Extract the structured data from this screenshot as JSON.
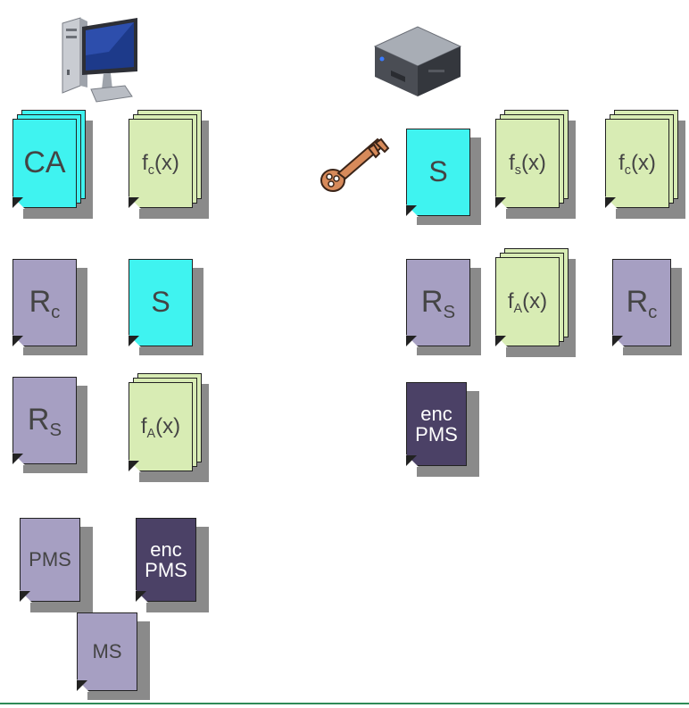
{
  "colors": {
    "cyan": "#3ff3f0",
    "green": "#d8ecb4",
    "lavender": "#a69fc2",
    "dark": "#4b4166",
    "key": "#d78a5a",
    "rule": "#2e8b57"
  },
  "icons": {
    "client": "computer-icon",
    "server": "server-icon",
    "key": "key-icon"
  },
  "client": {
    "ca": "CA",
    "fc": {
      "base": "f",
      "sub": "c",
      "tail": "(x)"
    },
    "rc": {
      "base": "R",
      "sub": "c"
    },
    "s": "S",
    "rs": {
      "base": "R",
      "sub": "S"
    },
    "fa": {
      "base": "f",
      "sub": "A",
      "tail": "(x)"
    },
    "pms": "PMS",
    "enc_pms": {
      "line1": "enc",
      "line2": "PMS"
    },
    "ms": "MS"
  },
  "server": {
    "s": "S",
    "fs": {
      "base": "f",
      "sub": "s",
      "tail": "(x)"
    },
    "fc": {
      "base": "f",
      "sub": "c",
      "tail": "(x)"
    },
    "rs": {
      "base": "R",
      "sub": "S"
    },
    "fa": {
      "base": "f",
      "sub": "A",
      "tail": "(x)"
    },
    "rc": {
      "base": "R",
      "sub": "c"
    },
    "enc_pms": {
      "line1": "enc",
      "line2": "PMS"
    }
  }
}
